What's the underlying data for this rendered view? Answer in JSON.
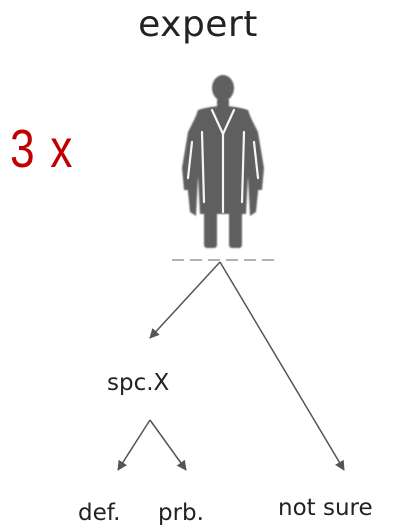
{
  "title": "expert",
  "multiplier": "3 x",
  "icons": {
    "expert_figure": "person-in-coat-icon"
  },
  "tree": {
    "branch_left": "spc.X",
    "branch_right": "not sure",
    "sub_left": "def.",
    "sub_right": "prb."
  },
  "colors": {
    "multiplier": "#c00000",
    "text": "#222222",
    "arrows": "#555555",
    "figure": "#5a5a5a"
  }
}
